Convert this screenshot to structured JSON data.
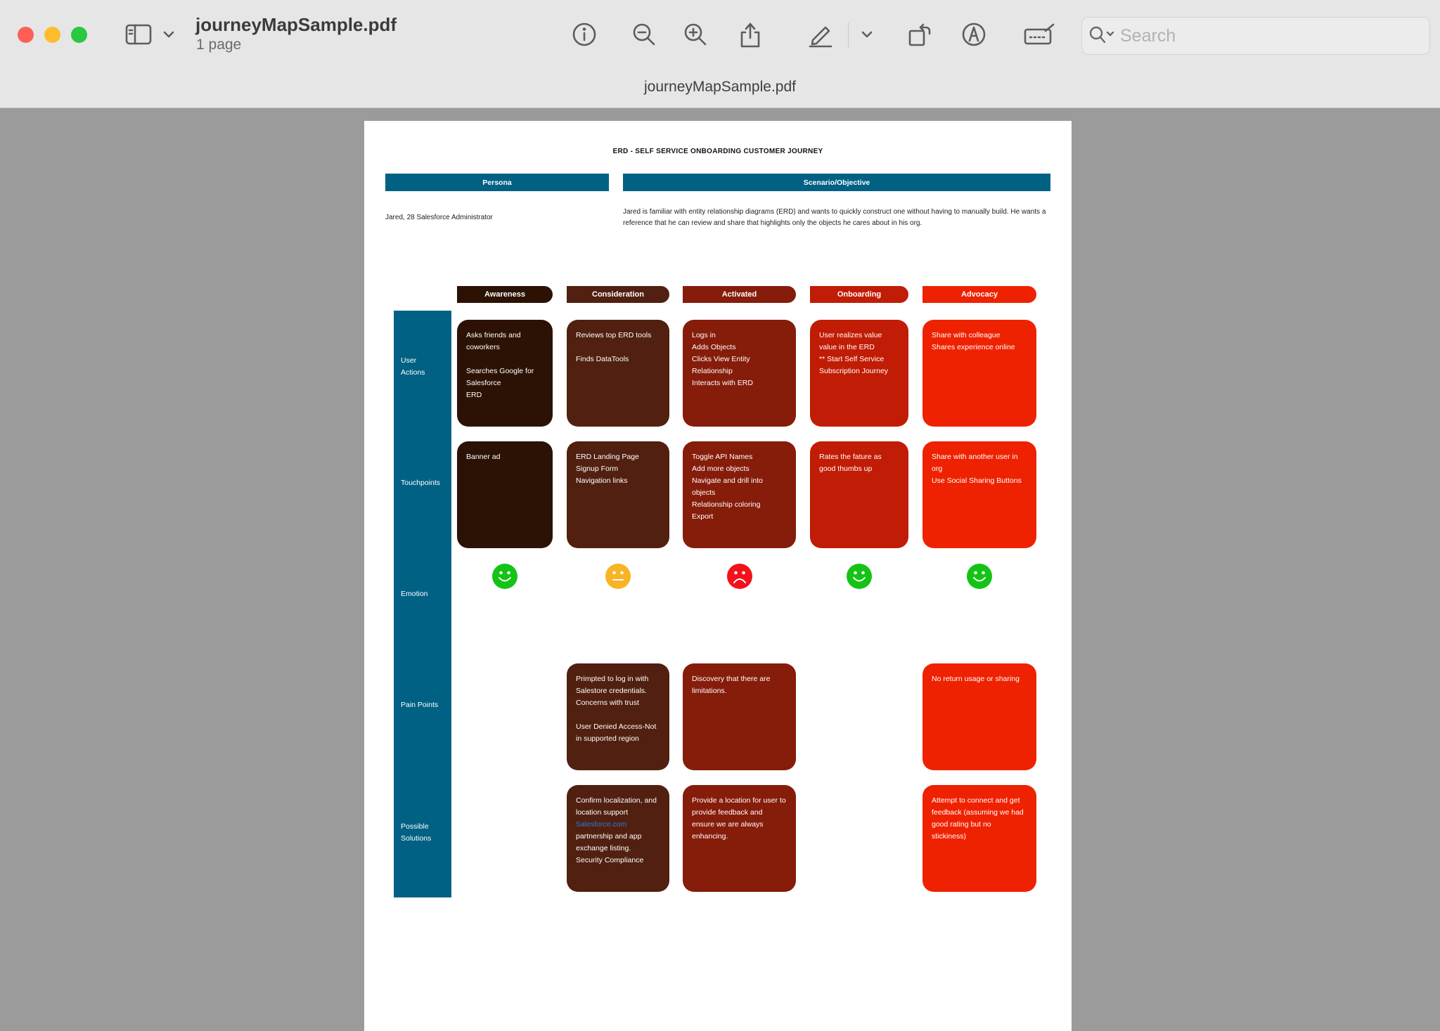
{
  "window": {
    "title": "journeyMapSample.pdf",
    "doc_title": "journeyMapSample.pdf",
    "pages": "1 page"
  },
  "search": {
    "placeholder": "Search"
  },
  "toolbar_icons": [
    "sidebar-icon",
    "chevron-down-icon",
    "info-icon",
    "zoom-out-icon",
    "zoom-in-icon",
    "share-icon",
    "highlight-pen-icon",
    "chevron-down-icon",
    "rotate-icon",
    "markup-icon",
    "sign-icon"
  ],
  "colors": {
    "header_blue": "#006184",
    "stage1": "#2c1204",
    "stage2": "#512010",
    "stage3": "#861c0a",
    "stage4": "#c11c05",
    "stage5": "#ee2200",
    "happy": "#15c315",
    "neutral": "#f8b425",
    "sad": "#f3111b"
  },
  "doc": {
    "title": "ERD - SELF SERVICE ONBOARDING CUSTOMER JOURNEY",
    "persona_header": "Persona",
    "scenario_header": "Scenario/Objective",
    "persona_text": "Jared, 28 Salesforce Administrator",
    "scenario_text": "Jared is familiar with entity relationship diagrams (ERD) and wants to quickly construct one without having to manually build. He wants a reference that he can review and share that highlights only the objects he cares about in his org.",
    "stages": [
      "Awareness",
      "Consideration",
      "Activated",
      "Onboarding",
      "Advocacy"
    ],
    "rows": [
      "User\nActions",
      "Touchpoints",
      "Emotion",
      "Pain Points",
      "Possible\nSolutions"
    ],
    "user_actions": [
      "Asks friends and coworkers\n\nSearches Google for Salesforce\nERD",
      "Reviews top ERD tools\n\nFinds DataTools",
      "Logs in\nAdds Objects\nClicks View Entity Relationship\nInteracts with ERD",
      "User realizes value value in the ERD\n** Start Self Service Subscription Journey",
      "Share with colleague\nShares experience online"
    ],
    "touchpoints": [
      "Banner ad",
      "ERD Landing Page\nSignup Form\nNavigation links",
      "Toggle API Names\nAdd more objects\nNavigate and drill into objects\nRelationship coloring\nExport",
      "Rates the fature as good thumbs up",
      "Share with another user in org\nUse Social Sharing Buttons"
    ],
    "emotions": [
      "happy",
      "neutral",
      "sad",
      "happy",
      "happy"
    ],
    "pain_points": [
      "Primpted to log in with Salestore credentials. Concerns with trust\n\nUser Denied Access-Not in supported region",
      "Discovery that there are limitations.",
      "No return usage or sharing"
    ],
    "solutions": {
      "consideration_before": "Confirm localization, and location support",
      "consideration_link": "Salesforce.com",
      "consideration_after": "partnership and app exchange listing.\nSecurity Compliance",
      "activated": "Provide a location for user to provide feedback and ensure we are always enhancing.",
      "advocacy": "Attempt to connect and get feedback (assuming we had good rating but no stickiness)"
    }
  }
}
